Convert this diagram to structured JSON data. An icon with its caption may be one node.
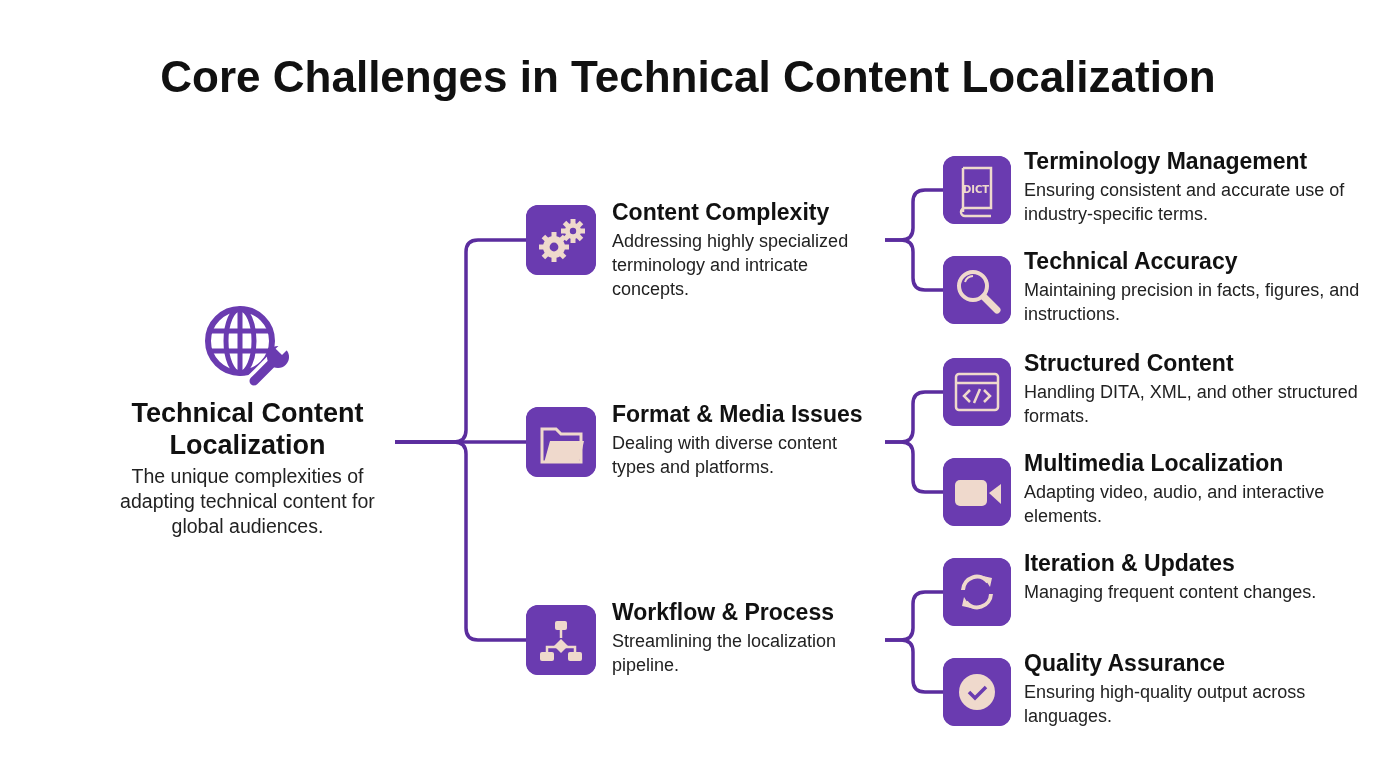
{
  "diagram": {
    "title": "Core Challenges in Technical Content Localization",
    "nodes": [
      {
        "text": [
          "Technical Content Localization",
          "The unique complexities of adapting technical content for global audiences."
        ]
      },
      {
        "text": [
          "Content Complexity",
          "Addressing highly specialized terminology and intricate concepts."
        ]
      },
      {
        "text": [
          "Format & Media Issues",
          "Dealing with diverse content types and platforms."
        ]
      },
      {
        "text": [
          "Workflow & Process",
          "Streamlining the localization pipeline."
        ]
      },
      {
        "text": [
          "Terminology Management",
          "Ensuring consistent and accurate use of industry-specific terms."
        ]
      },
      {
        "text": [
          "Technical Accuracy",
          "Maintaining precision in facts, figures, and instructions."
        ]
      },
      {
        "text": [
          "Structured Content",
          "Handling DITA, XML, and other structured formats."
        ]
      },
      {
        "text": [
          "Multimedia Localization",
          "Adapting video, audio, and interactive elements."
        ]
      },
      {
        "text": [
          "Iteration & Updates",
          "Managing frequent content changes."
        ]
      },
      {
        "text": [
          "Quality Assurance",
          "Ensuring high-quality output across languages."
        ]
      }
    ],
    "edges": [
      {
        "from": 0,
        "to": 1,
        "arrow": "none"
      },
      {
        "from": 0,
        "to": 2,
        "arrow": "none"
      },
      {
        "from": 0,
        "to": 3,
        "arrow": "none"
      },
      {
        "from": 1,
        "to": 4,
        "arrow": "none"
      },
      {
        "from": 1,
        "to": 5,
        "arrow": "none"
      },
      {
        "from": 2,
        "to": 6,
        "arrow": "none"
      },
      {
        "from": 2,
        "to": 7,
        "arrow": "none"
      },
      {
        "from": 3,
        "to": 8,
        "arrow": "none"
      },
      {
        "from": 3,
        "to": 9,
        "arrow": "none"
      }
    ],
    "labels": [
      "DICT"
    ]
  }
}
